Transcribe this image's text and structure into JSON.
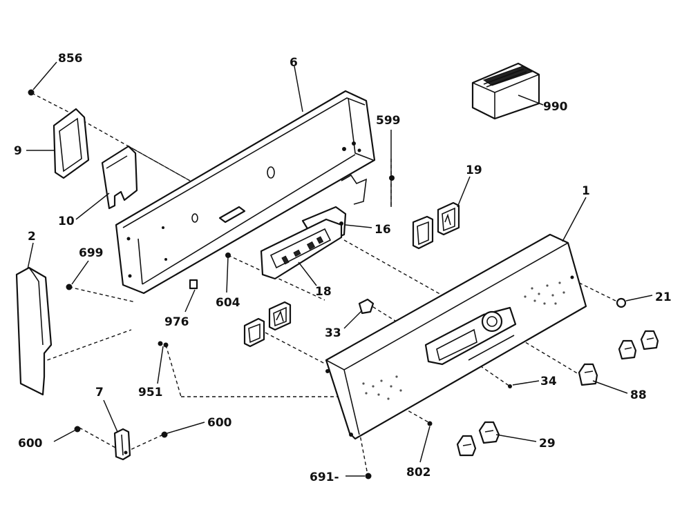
{
  "labels": {
    "p856": "856",
    "p6": "6",
    "p599": "599",
    "p990": "990",
    "p9": "9",
    "p10": "10",
    "p19": "19",
    "p16": "16",
    "p2": "2",
    "p699": "699",
    "p18": "18",
    "p1": "1",
    "p604": "604",
    "p976": "976",
    "p33": "33",
    "p21": "21",
    "p951": "951",
    "p34": "34",
    "p88": "88",
    "p7": "7",
    "p600a": "600",
    "p600b": "600",
    "p29": "29",
    "p802": "802",
    "p691": "691-"
  }
}
